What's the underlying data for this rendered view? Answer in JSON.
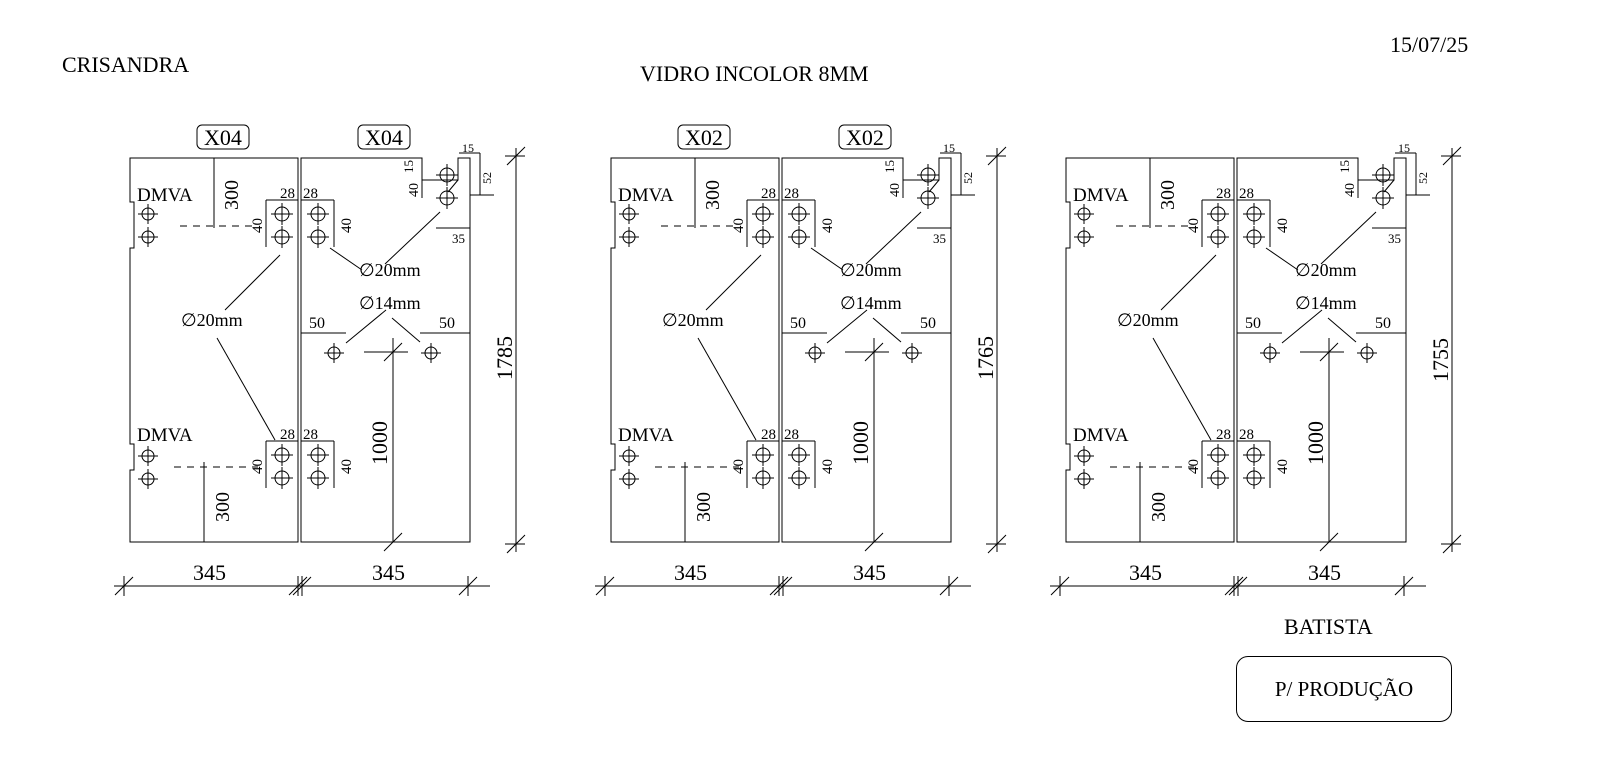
{
  "header": {
    "client": "CRISANDRA",
    "material": "VIDRO INCOLOR 8MM",
    "date": "15/07/25",
    "author": "BATISTA",
    "status": "P/ PRODUÇÃO"
  },
  "sets": [
    {
      "left_qty": "X04",
      "right_qty": "X04",
      "height": "1785",
      "left_width": "345",
      "right_width": "345"
    },
    {
      "left_qty": "X02",
      "right_qty": "X02",
      "height": "1765",
      "left_width": "345",
      "right_width": "345"
    },
    {
      "left_qty": "",
      "right_qty": "",
      "height": "1755",
      "left_width": "345",
      "right_width": "345"
    }
  ],
  "labels": {
    "hinge": "DMVA",
    "hinge_offset": "300",
    "hole_pitch": "40",
    "hole_edge": "28",
    "hole_large": "∅20mm",
    "hole_small": "∅14mm",
    "handle_edge": "50",
    "handle_height": "1000",
    "corner_x": "15",
    "corner_y": "52",
    "corner_pitch": "15",
    "corner_gap": "40",
    "corner_drop": "35"
  }
}
